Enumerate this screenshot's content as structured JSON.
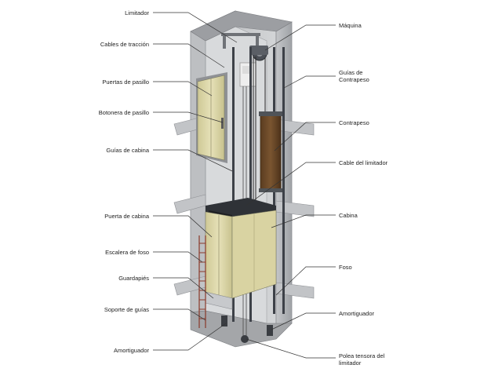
{
  "labels_left": [
    {
      "id": "limitador",
      "text": "Limitador"
    },
    {
      "id": "cables-traccion",
      "text": "Cables de tracción"
    },
    {
      "id": "puertas-pasillo",
      "text": "Puertas de pasillo"
    },
    {
      "id": "botonera-pasillo",
      "text": "Botonera de pasillo"
    },
    {
      "id": "guias-cabina",
      "text": "Guías de cabina"
    },
    {
      "id": "puerta-cabina",
      "text": "Puerta de cabina"
    },
    {
      "id": "escalera-foso",
      "text": "Escalera de foso"
    },
    {
      "id": "guardapies",
      "text": "Guardapiés"
    },
    {
      "id": "soporte-guias",
      "text": "Soporte de guías"
    },
    {
      "id": "amortiguador-left",
      "text": "Amortiguador"
    }
  ],
  "labels_right": [
    {
      "id": "maquina",
      "lines": [
        "Máquina"
      ]
    },
    {
      "id": "guias-contrapeso",
      "lines": [
        "Guías de",
        "Contrapeso"
      ]
    },
    {
      "id": "contrapeso",
      "lines": [
        "Contrapeso"
      ]
    },
    {
      "id": "cable-limitador",
      "lines": [
        "Cable del limitador"
      ]
    },
    {
      "id": "cabina",
      "lines": [
        "Cabina"
      ]
    },
    {
      "id": "foso",
      "lines": [
        "Foso"
      ]
    },
    {
      "id": "amortiguador-right",
      "lines": [
        "Amortiguador"
      ]
    },
    {
      "id": "polea-tensora",
      "lines": [
        "Polea tensora del",
        "limitador"
      ]
    }
  ],
  "colors": {
    "shaft_wall": "#c9cbcd",
    "shaft_wall_dark": "#a9abae",
    "shaft_side": "#b5b7ba",
    "floor_slab": "#bfc1c4",
    "door_panel": "#ddd8a8",
    "counterweight": "#6b4a2a",
    "car_panel": "#e2dcae",
    "ladder": "#8a3a2a",
    "rail": "#3b3f46",
    "leader_line": "#333333"
  }
}
